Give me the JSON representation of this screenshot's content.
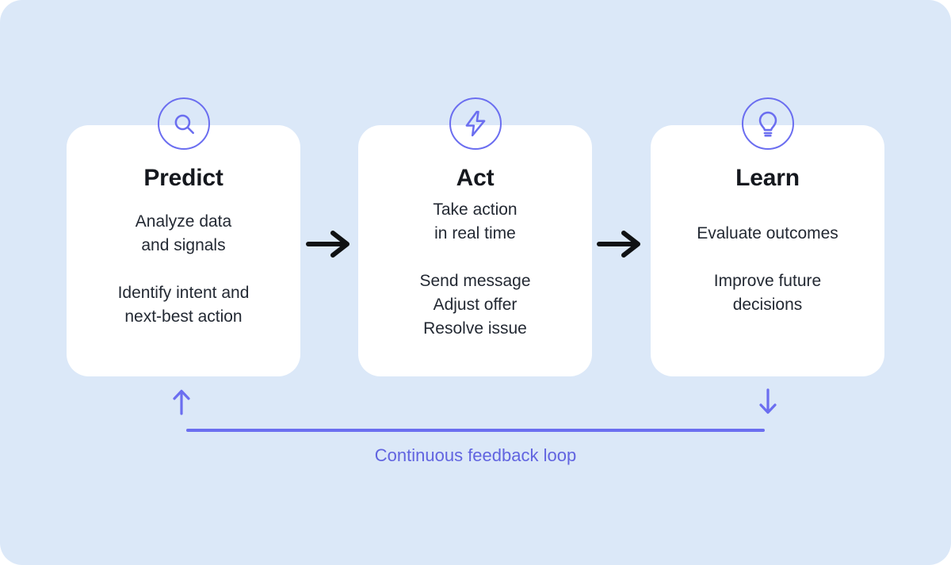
{
  "colors": {
    "page-bg": "#ffffff",
    "panel-bg": "#dbe8f8",
    "card-bg": "#ffffff",
    "accent": "#6b6ef0",
    "loop-text": "#6164e0",
    "title-text": "#15181e",
    "body-text": "#232933",
    "arrow-black": "#101214"
  },
  "cards": [
    {
      "icon": "search-icon",
      "title": "Predict",
      "para1": "Analyze data\nand signals",
      "para2": "Identify intent and\nnext-best action"
    },
    {
      "icon": "lightning-bolt-icon",
      "title": "Act",
      "para1": "Take action\nin real time",
      "para2": "Send message\nAdjust offer\nResolve issue"
    },
    {
      "icon": "lightbulb-icon",
      "title": "Learn",
      "para1": "Evaluate outcomes",
      "para2": "Improve future\ndecisions"
    }
  ],
  "feedback_loop": {
    "label": "Continuous feedback loop"
  }
}
